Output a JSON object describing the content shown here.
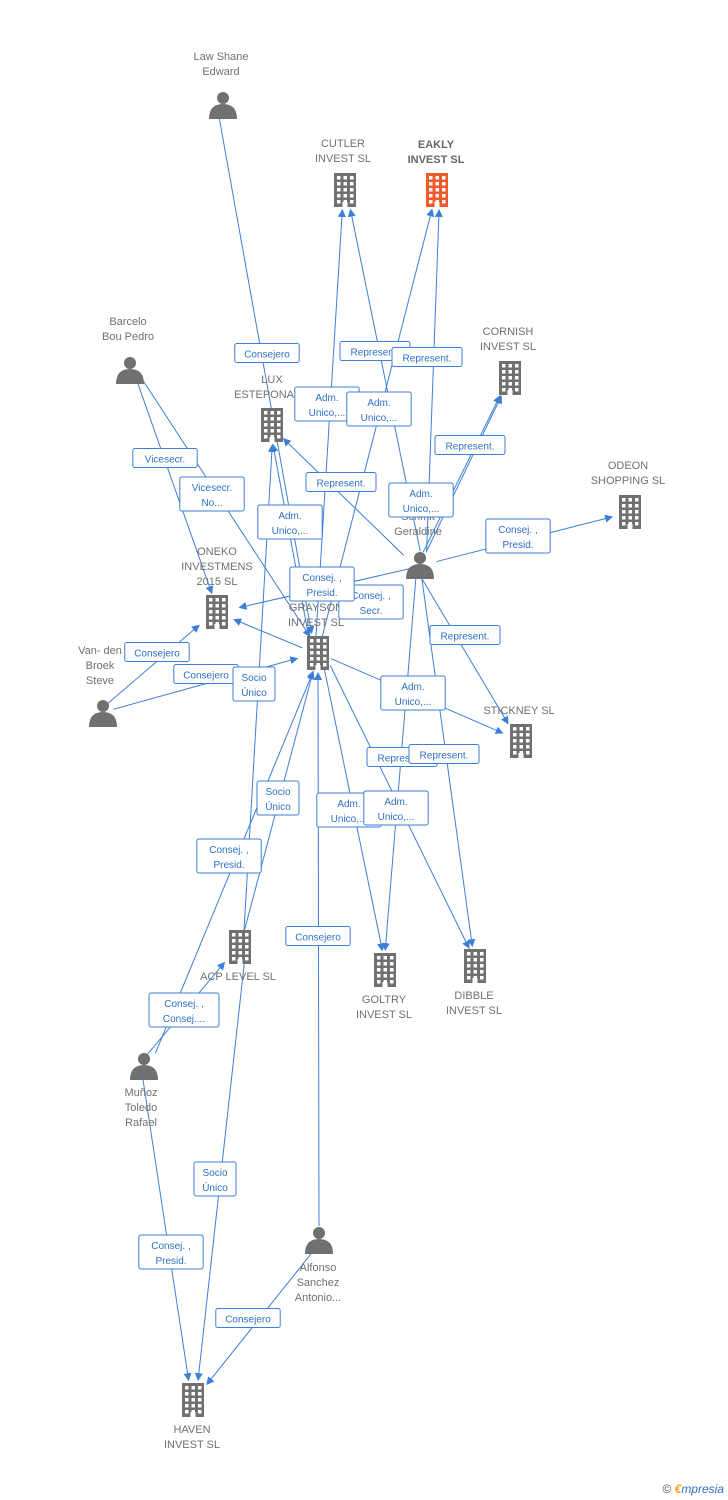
{
  "nodes": [
    {
      "id": "law",
      "type": "person",
      "lines": [
        "Law Shane",
        "Edward"
      ]
    },
    {
      "id": "cutler",
      "type": "company",
      "lines": [
        "CUTLER",
        "INVEST  SL"
      ]
    },
    {
      "id": "eakly",
      "type": "company",
      "focus": true,
      "lines": [
        "EAKLY",
        "INVEST  SL"
      ]
    },
    {
      "id": "barcelo",
      "type": "person",
      "lines": [
        "Barcelo",
        "Bou Pedro"
      ]
    },
    {
      "id": "lux",
      "type": "company",
      "lines": [
        "LUX",
        "ESTEPONA  SL"
      ]
    },
    {
      "id": "cornish",
      "type": "company",
      "lines": [
        "CORNISH",
        "INVEST  SL"
      ]
    },
    {
      "id": "odeon",
      "type": "company",
      "lines": [
        "ODEON",
        "SHOPPING SL"
      ]
    },
    {
      "id": "oneko",
      "type": "company",
      "lines": [
        "ONEKO",
        "INVESTMENS",
        "2015  SL"
      ]
    },
    {
      "id": "schmit",
      "type": "person",
      "lines": [
        "Schmit",
        "Geraldine"
      ]
    },
    {
      "id": "grayson",
      "type": "company",
      "lines": [
        "GRAYSON",
        "INVEST  SL"
      ]
    },
    {
      "id": "vanden",
      "type": "person",
      "lines": [
        "Van- den",
        "Broek",
        "Steve"
      ]
    },
    {
      "id": "stickney",
      "type": "company",
      "lines": [
        "STICKNEY  SL"
      ]
    },
    {
      "id": "acp",
      "type": "company",
      "lines": [
        "ACP LEVEL  SL"
      ]
    },
    {
      "id": "goltry",
      "type": "company",
      "lines": [
        "GOLTRY",
        "INVEST  SL"
      ]
    },
    {
      "id": "dibble",
      "type": "company",
      "lines": [
        "DIBBLE",
        "INVEST  SL"
      ]
    },
    {
      "id": "munoz",
      "type": "person",
      "lines": [
        "Muñoz",
        "Toledo",
        "Rafael"
      ]
    },
    {
      "id": "alfonso",
      "type": "person",
      "lines": [
        "Alfonso",
        "Sanchez",
        "Antonio..."
      ]
    },
    {
      "id": "haven",
      "type": "company",
      "lines": [
        "HAVEN",
        "INVEST  SL"
      ]
    }
  ],
  "edges": [
    {
      "from": "law",
      "to": "grayson",
      "lines": [
        "Consejero"
      ]
    },
    {
      "from": "grayson",
      "to": "cutler",
      "lines": [
        "Adm.",
        "Unico,..."
      ]
    },
    {
      "from": "grayson",
      "to": "eakly",
      "lines": [
        "Represent."
      ]
    },
    {
      "from": "schmit",
      "to": "cutler",
      "lines": [
        "Adm.",
        "Unico,..."
      ]
    },
    {
      "from": "schmit",
      "to": "eakly",
      "lines": [
        "Represent."
      ]
    },
    {
      "from": "schmit",
      "to": "lux",
      "lines": [
        "Represent."
      ]
    },
    {
      "from": "schmit",
      "to": "cornish",
      "lines": [
        "Represent."
      ]
    },
    {
      "from": "schmit",
      "to": "cornish",
      "lines": [
        "Adm.",
        "Unico,..."
      ]
    },
    {
      "from": "schmit",
      "to": "odeon",
      "lines": [
        "Consej. ,",
        "Presid."
      ]
    },
    {
      "from": "schmit",
      "to": "oneko",
      "lines": [
        "Consej. ,",
        "Secr."
      ]
    },
    {
      "from": "schmit",
      "to": "stickney",
      "lines": [
        "Represent."
      ]
    },
    {
      "from": "schmit",
      "to": "goltry",
      "lines": [
        "Represent."
      ]
    },
    {
      "from": "schmit",
      "to": "dibble",
      "lines": [
        "Represent."
      ]
    },
    {
      "from": "barcelo",
      "to": "oneko",
      "lines": [
        "Vicesecr."
      ]
    },
    {
      "from": "barcelo",
      "to": "grayson",
      "lines": [
        "Vicesecr.",
        "No..."
      ]
    },
    {
      "from": "grayson",
      "to": "lux",
      "lines": [
        "Adm.",
        "Unico,..."
      ]
    },
    {
      "from": "grayson",
      "to": "oneko",
      "lines": [
        "Consej. ,",
        "Presid."
      ]
    },
    {
      "from": "grayson",
      "to": "stickney",
      "lines": [
        "Adm.",
        "Unico,..."
      ]
    },
    {
      "from": "grayson",
      "to": "goltry",
      "lines": [
        "Adm.",
        "Unico,..."
      ]
    },
    {
      "from": "grayson",
      "to": "dibble",
      "lines": [
        "Adm.",
        "Unico,..."
      ]
    },
    {
      "from": "vanden",
      "to": "oneko",
      "lines": [
        "Consejero"
      ]
    },
    {
      "from": "vanden",
      "to": "grayson",
      "lines": [
        "Consejero"
      ]
    },
    {
      "from": "acp",
      "to": "grayson",
      "lines": [
        "Socio",
        "Único"
      ]
    },
    {
      "from": "acp",
      "to": "lux",
      "lines": [
        "Socio",
        "Único"
      ]
    },
    {
      "from": "munoz",
      "to": "grayson",
      "lines": [
        "Consej. ,",
        "Presid."
      ]
    },
    {
      "from": "munoz",
      "to": "acp",
      "lines": [
        "Consej. ,",
        "Consej...."
      ]
    },
    {
      "from": "munoz",
      "to": "haven",
      "lines": [
        "Consej. ,",
        "Presid."
      ]
    },
    {
      "from": "alfonso",
      "to": "grayson",
      "lines": [
        "Consejero"
      ]
    },
    {
      "from": "alfonso",
      "to": "haven",
      "lines": [
        "Consejero"
      ]
    },
    {
      "from": "acp",
      "to": "haven",
      "lines": [
        "Socio",
        "Único"
      ]
    }
  ],
  "colors": {
    "edge": "#3d7fd6",
    "icon": "#707070",
    "focus_icon": "#f05a28"
  },
  "footer": {
    "copyright": "©",
    "brand_first": "€",
    "brand_rest": "mpresia"
  }
}
